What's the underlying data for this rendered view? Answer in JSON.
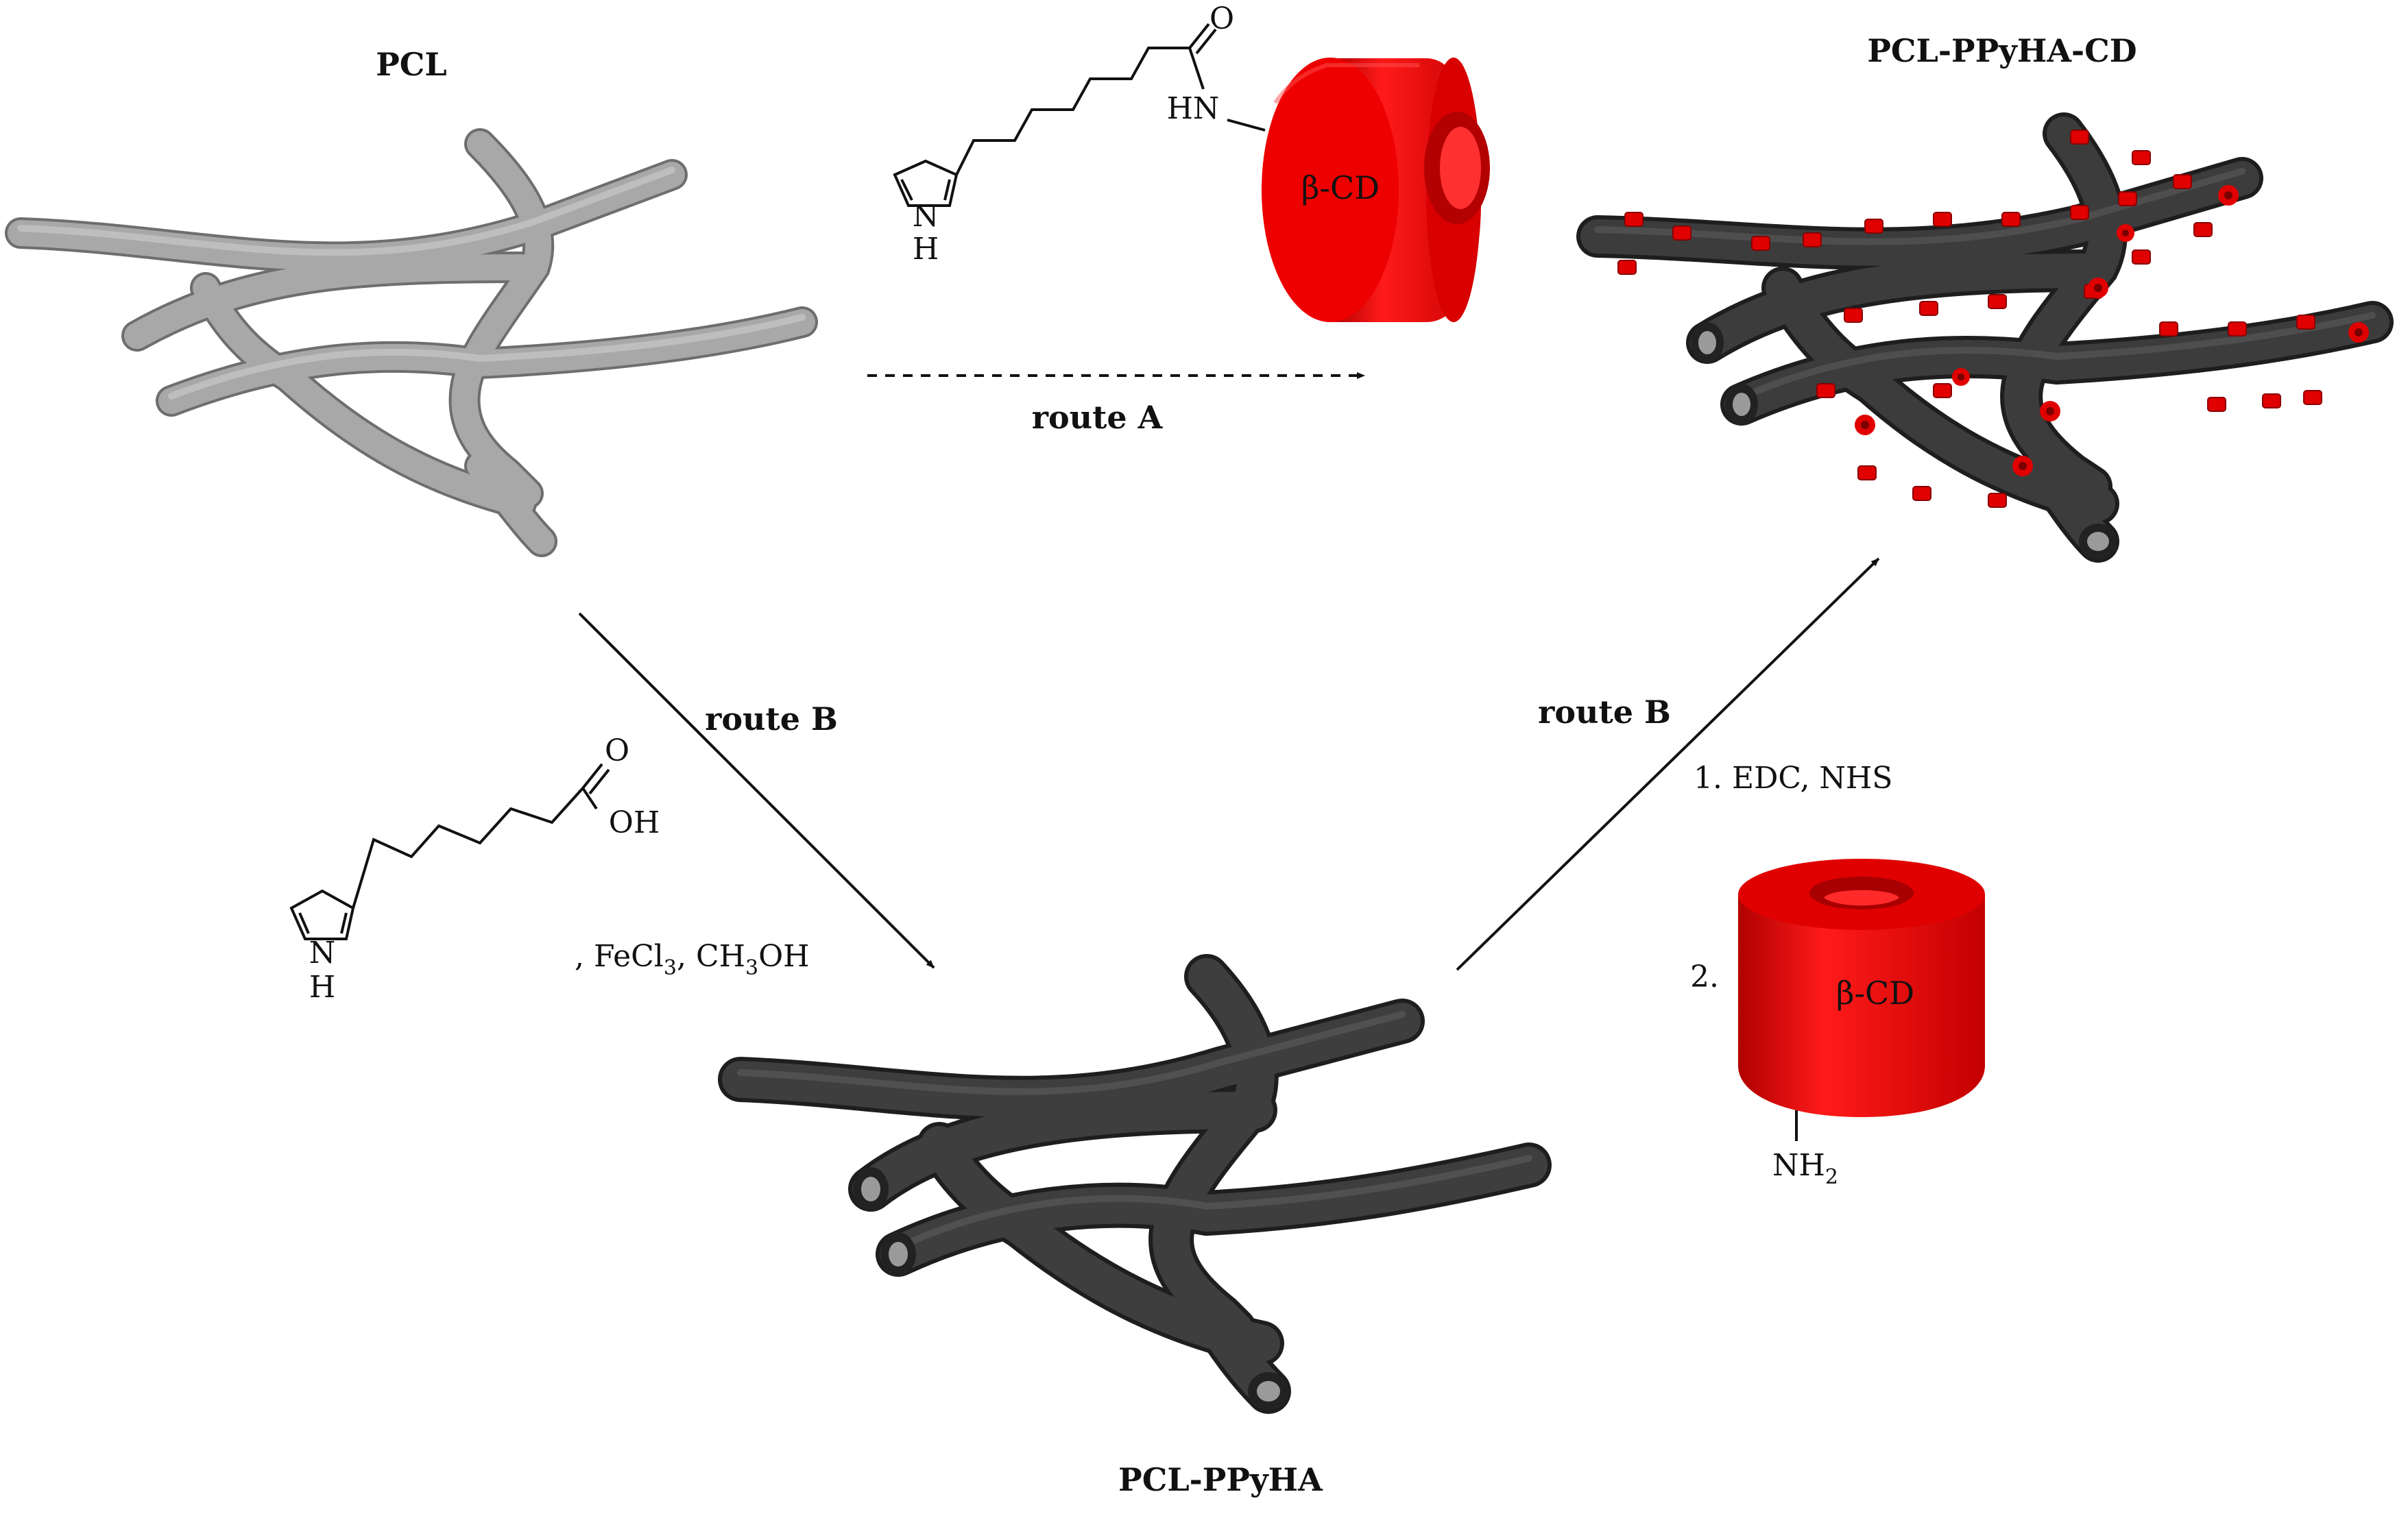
{
  "labels": {
    "pcl": "PCL",
    "pcl_ppyha": "PCL-PPyHA",
    "pcl_ppyha_cd": "PCL-PPyHA-CD",
    "route_a": "route A",
    "route_b_left": "route B",
    "route_b_right": "route B"
  },
  "reagents": {
    "step1": "1. EDC, NHS",
    "step2": "2.",
    "conditions_prefix": ", FeCl",
    "conditions_sub1": "3",
    "conditions_mid": ", CH",
    "conditions_sub2": "3",
    "conditions_end": "OH"
  },
  "molecule_top": {
    "amide_o": "O",
    "amide_hn": "HN",
    "pyrrole_n": "N",
    "pyrrole_h": "H",
    "cd_label": "β-CD"
  },
  "molecule_acid": {
    "acid_o": "O",
    "acid_oh": "OH",
    "pyrrole_n": "N",
    "pyrrole_h": "H"
  },
  "cd_amine": {
    "cd_label": "β-CD",
    "amine": "NH",
    "amine_sub": "2"
  },
  "colors": {
    "pcl_fiber": "#9a9a9a",
    "ppyha_fiber": "#3a3a3a",
    "cyclodextrin": "#e20000",
    "arrow": "#111111"
  }
}
